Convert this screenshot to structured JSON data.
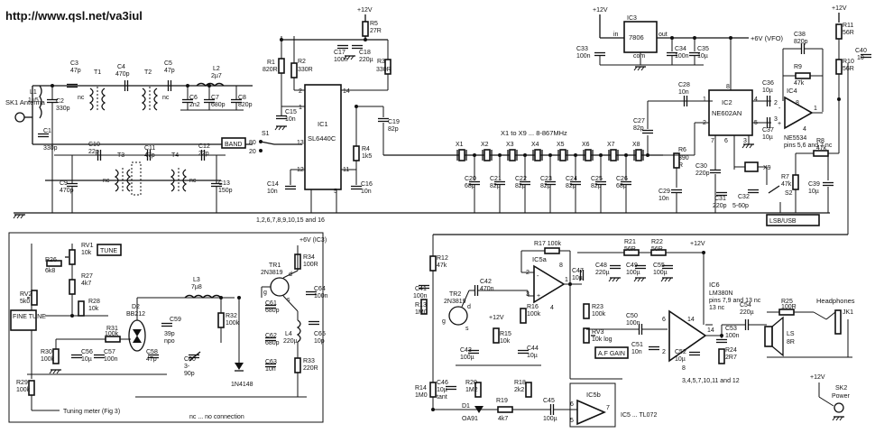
{
  "url": "http://www.qsl.net/va3iul",
  "supply_rails": [
    "+12V",
    "+12V",
    "+12V",
    "+12V",
    "+12V",
    "+12V"
  ],
  "vfo_rail": "+6V (VFO)",
  "ic3_rail": "+6V (IC3)",
  "labels": {
    "sk1": "SK1 Antenna",
    "band": "BAND",
    "band_pos1": "80",
    "band_pos2": "20",
    "ic1_name": "IC1",
    "ic1_type": "SL6440C",
    "ic1_note": "1,2,6,7,8,9,10,15 and 16",
    "ic2_name": "IC2",
    "ic2_type": "NE602AN",
    "ic3_name": "IC3",
    "ic3_type": "7806",
    "ic3_in": "in",
    "ic3_out": "out",
    "ic3_com": "com",
    "ic4_name": "IC4",
    "ic4_type": "NE5534",
    "ic4_note": "pins 5,6 and 7 nc",
    "crystal_range": "X1 to X9 ... 8-867MHz",
    "lsb_usb": "LSB/USB",
    "tune": "TUNE",
    "fine_tune": "FINE TUNE",
    "af_gain": "A.F GAIN",
    "tuning_meter": "Tuning meter (Fig 3)",
    "nc_note": "nc ... no connection",
    "ic5": "IC5 ... TL072",
    "ic5a": "IC5a",
    "ic5b": "IC5b",
    "ic6_name": "IC6",
    "ic6_type": "LM380N",
    "ic6_note": "pins 7,9 and 13 nc",
    "ic6_gnd": "3,4,5,7,10,11 and 12",
    "headphones": "Headphones",
    "jk1": "JK1",
    "ls": "LS",
    "ls_val": "8R",
    "sk2": "SK2",
    "sk2_power": "Power",
    "tr1": "TR1",
    "tr1_type": "2N3819",
    "tr2": "TR2",
    "tr2_type": "2N3819",
    "d2": "D2",
    "d2_type": "BB212",
    "d3_type": "1N4148",
    "d1": "D1",
    "d1_type": "OA91",
    "x9": "X9",
    "s1": "S1",
    "s2": "S2"
  },
  "components": [
    {
      "ref": "R1",
      "val": "820R"
    },
    {
      "ref": "R2",
      "val": "330R"
    },
    {
      "ref": "R3",
      "val": "330R"
    },
    {
      "ref": "R4",
      "val": "1k5"
    },
    {
      "ref": "R5",
      "val": "27R"
    },
    {
      "ref": "R6",
      "val": "390R"
    },
    {
      "ref": "R7",
      "val": "47k"
    },
    {
      "ref": "R8",
      "val": "47k"
    },
    {
      "ref": "R9",
      "val": "47k"
    },
    {
      "ref": "R10",
      "val": "56R"
    },
    {
      "ref": "R11",
      "val": "56R"
    },
    {
      "ref": "R12",
      "val": "47k"
    },
    {
      "ref": "R13",
      "val": "1M0"
    },
    {
      "ref": "R14",
      "val": "1M0"
    },
    {
      "ref": "R15",
      "val": "10k"
    },
    {
      "ref": "R16",
      "val": "100k"
    },
    {
      "ref": "R17",
      "val": "100k"
    },
    {
      "ref": "R18",
      "val": "2k2"
    },
    {
      "ref": "R19",
      "val": "4k7"
    },
    {
      "ref": "R20",
      "val": "1M2"
    },
    {
      "ref": "R21",
      "val": "56R"
    },
    {
      "ref": "R22",
      "val": "56R"
    },
    {
      "ref": "R23",
      "val": "100k"
    },
    {
      "ref": "R24",
      "val": "2R7"
    },
    {
      "ref": "R25",
      "val": "100R"
    },
    {
      "ref": "R26",
      "val": "6k8"
    },
    {
      "ref": "R27",
      "val": "4k7"
    },
    {
      "ref": "R28",
      "val": "10k"
    },
    {
      "ref": "R29",
      "val": "100k"
    },
    {
      "ref": "R30",
      "val": "100k"
    },
    {
      "ref": "R31",
      "val": "100k"
    },
    {
      "ref": "R32",
      "val": "100k"
    },
    {
      "ref": "R33",
      "val": "220R"
    },
    {
      "ref": "R34",
      "val": "100R"
    },
    {
      "ref": "RV1",
      "val": "10k"
    },
    {
      "ref": "RV2",
      "val": "5k0"
    },
    {
      "ref": "RV3",
      "val": "10k log"
    },
    {
      "ref": "C1",
      "val": "330p"
    },
    {
      "ref": "C2",
      "val": "330p"
    },
    {
      "ref": "C3",
      "val": "47p"
    },
    {
      "ref": "C4",
      "val": "470p"
    },
    {
      "ref": "C5",
      "val": "47p"
    },
    {
      "ref": "C6",
      "val": "2n2"
    },
    {
      "ref": "C7",
      "val": "680p"
    },
    {
      "ref": "C8",
      "val": "820p"
    },
    {
      "ref": "C9",
      "val": "470p"
    },
    {
      "ref": "C10",
      "val": "22p"
    },
    {
      "ref": "C11",
      "val": "47p"
    },
    {
      "ref": "C12",
      "val": "22p"
    },
    {
      "ref": "C13",
      "val": "150p"
    },
    {
      "ref": "C14",
      "val": "10n"
    },
    {
      "ref": "C15",
      "val": "10n"
    },
    {
      "ref": "C16",
      "val": "10n"
    },
    {
      "ref": "C17",
      "val": "100n"
    },
    {
      "ref": "C18",
      "val": "220µ"
    },
    {
      "ref": "C19",
      "val": "82p"
    },
    {
      "ref": "C20",
      "val": "68p"
    },
    {
      "ref": "C21",
      "val": "82p"
    },
    {
      "ref": "C22",
      "val": "82p"
    },
    {
      "ref": "C23",
      "val": "82p"
    },
    {
      "ref": "C24",
      "val": "82p"
    },
    {
      "ref": "C25",
      "val": "82p"
    },
    {
      "ref": "C26",
      "val": "68p"
    },
    {
      "ref": "C27",
      "val": "82p"
    },
    {
      "ref": "C28",
      "val": "10n"
    },
    {
      "ref": "C29",
      "val": "10n"
    },
    {
      "ref": "C30",
      "val": "220p"
    },
    {
      "ref": "C31",
      "val": "220p"
    },
    {
      "ref": "C32",
      "val": "5-60p"
    },
    {
      "ref": "C33",
      "val": "100n"
    },
    {
      "ref": "C34",
      "val": "100n"
    },
    {
      "ref": "C35",
      "val": "10µ"
    },
    {
      "ref": "C36",
      "val": "10µ"
    },
    {
      "ref": "C37",
      "val": "10µ"
    },
    {
      "ref": "C38",
      "val": "820p"
    },
    {
      "ref": "C39",
      "val": "10µ"
    },
    {
      "ref": "C40",
      "val": "10µ"
    },
    {
      "ref": "C41",
      "val": "100n"
    },
    {
      "ref": "C42",
      "val": "470n"
    },
    {
      "ref": "C43",
      "val": "100µ"
    },
    {
      "ref": "C44",
      "val": "10µ"
    },
    {
      "ref": "C45",
      "val": "100µ"
    },
    {
      "ref": "C46",
      "val": "10µ tant"
    },
    {
      "ref": "C47",
      "val": "10µ"
    },
    {
      "ref": "C48",
      "val": "220µ"
    },
    {
      "ref": "C49",
      "val": "100µ"
    },
    {
      "ref": "C50",
      "val": "100n"
    },
    {
      "ref": "C51",
      "val": "10n"
    },
    {
      "ref": "C52",
      "val": "10µ"
    },
    {
      "ref": "C53",
      "val": "100n"
    },
    {
      "ref": "C54",
      "val": "220µ"
    },
    {
      "ref": "C55",
      "val": "100µ"
    },
    {
      "ref": "C56",
      "val": "10µ"
    },
    {
      "ref": "C57",
      "val": "100n"
    },
    {
      "ref": "C58",
      "val": "47p"
    },
    {
      "ref": "C59",
      "val": "39p npo"
    },
    {
      "ref": "C60",
      "val": "3-90p"
    },
    {
      "ref": "C61",
      "val": "680p"
    },
    {
      "ref": "C62",
      "val": "680p"
    },
    {
      "ref": "C63",
      "val": "10n"
    },
    {
      "ref": "C64",
      "val": "100n"
    },
    {
      "ref": "C65",
      "val": "10p"
    },
    {
      "ref": "L1",
      "val": "1µ5"
    },
    {
      "ref": "L2",
      "val": "2µ7"
    },
    {
      "ref": "L3",
      "val": "7µ8"
    },
    {
      "ref": "L4",
      "val": "220µ"
    },
    {
      "ref": "T1",
      "val": ""
    },
    {
      "ref": "T2",
      "val": ""
    },
    {
      "ref": "T3",
      "val": ""
    },
    {
      "ref": "T4",
      "val": ""
    }
  ],
  "crystals": [
    "X1",
    "X2",
    "X3",
    "X4",
    "X5",
    "X6",
    "X7",
    "X8"
  ],
  "ic1_pins": [
    "1",
    "2",
    "3",
    "5",
    "11",
    "12",
    "13",
    "14"
  ],
  "ic2_pins": [
    "1",
    "2",
    "3",
    "4",
    "5",
    "6",
    "7",
    "8"
  ],
  "ic4_pins": [
    "1",
    "2",
    "3",
    "4",
    "8"
  ],
  "ic5_pins": [
    "1",
    "2",
    "3",
    "4",
    "5",
    "6",
    "7",
    "8"
  ],
  "ic6_pins": [
    "1",
    "2",
    "6",
    "8",
    "14"
  ],
  "tr_pins": [
    "g",
    "d",
    "s"
  ],
  "nc_marks": [
    "nc",
    "nc",
    "nc",
    "nc",
    "nc"
  ]
}
